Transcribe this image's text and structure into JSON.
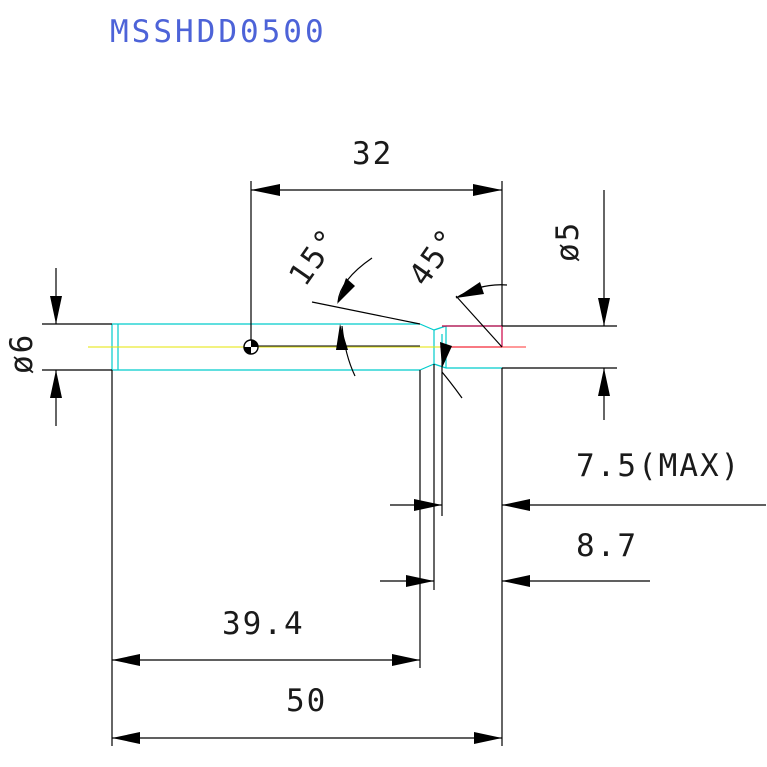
{
  "title": "MSSHDD0500",
  "dimensions": {
    "top_length": "32",
    "angle_15": "15°",
    "angle_45": "45°",
    "dia_5": "ø5",
    "dia_6": "ø6",
    "max_depth": "7.5(MAX)",
    "depth_8_7": "8.7",
    "len_39_4": "39.4",
    "total_len": "50"
  },
  "colors": {
    "title": "#4d63d8",
    "body_outline": "#00cccc",
    "tip_outline": "#cc0044",
    "center_line": "#ffff00",
    "center_line_tip": "#ff3333"
  }
}
